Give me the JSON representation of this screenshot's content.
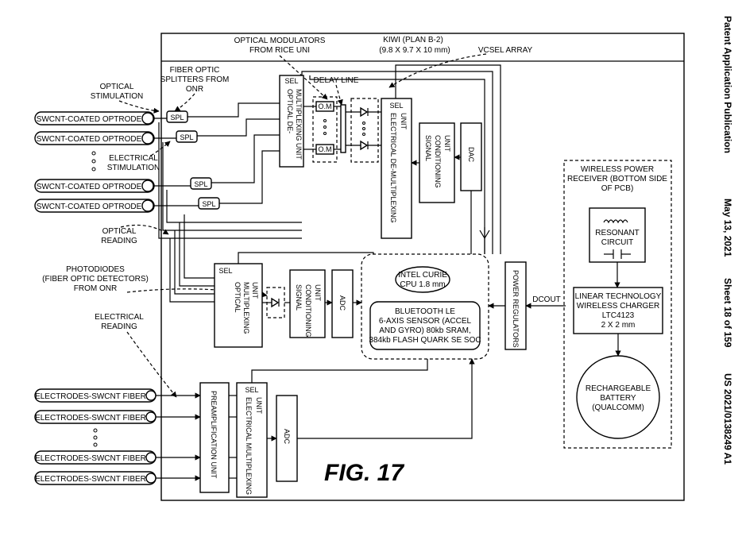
{
  "header": {
    "publication": "Patent Application Publication",
    "date": "May 13, 2021",
    "sheet": "Sheet 18 of 159",
    "number": "US 2021/0138249 A1"
  },
  "figure_label": "FIG. 17",
  "board": {
    "title": "KIWI (PLAN B-2)",
    "size": "(9.8 X 9.7 X 10 mm)"
  },
  "labels": {
    "optical_modulators_1": "OPTICAL MODULATORS",
    "optical_modulators_2": "FROM RICE UNI",
    "vcsel_array": "VCSEL ARRAY",
    "fiber_splitters_1": "FIBER OPTIC",
    "fiber_splitters_2": "SPLITTERS FROM",
    "fiber_splitters_3": "ONR",
    "optical_stimulation_1": "OPTICAL",
    "optical_stimulation_2": "STIMULATION",
    "delay_line": "DELAY LINE",
    "electrical_stimulation_1": "ELECTRICAL",
    "electrical_stimulation_2": "STIMULATION",
    "optical_reading_1": "OPTICAL",
    "optical_reading_2": "READING",
    "photodiodes_1": "PHOTODIODES",
    "photodiodes_2": "(FIBER OPTIC DETECTORS)",
    "photodiodes_3": "FROM ONR",
    "electrical_reading_1": "ELECTRICAL",
    "electrical_reading_2": "READING",
    "dcout": "DCOUT"
  },
  "optrodes": [
    "SWCNT-COATED OPTRODE",
    "SWCNT-COATED OPTRODE",
    "SWCNT-COATED OPTRODE",
    "SWCNT-COATED OPTRODE"
  ],
  "splitter": "SPL",
  "om": "O.M",
  "sel": "SEL",
  "electrodes": [
    "ELECTRODES-SWCNT FIBER",
    "ELECTRODES-SWCNT FIBER",
    "ELECTRODES-SWCNT FIBER",
    "ELECTRODES-SWCNT FIBER"
  ],
  "blocks": {
    "optical_demux_1": "OPTICAL DE-",
    "optical_demux_2": "MULTIPLEXING UNIT",
    "electrical_demux_1": "ELECTRICAL DE-MULTIPLEXING",
    "electrical_demux_2": "UNIT",
    "signal_cond_top_1": "SIGNAL",
    "signal_cond_top_2": "CONDITIONING",
    "signal_cond_top_3": "UNIT",
    "dac": "DAC",
    "optical_mux_1": "OPTICAL",
    "optical_mux_2": "MULTIPLEXING",
    "optical_mux_3": "UNIT",
    "signal_cond_mid_1": "SIGNAL",
    "signal_cond_mid_2": "CONDITIONING",
    "signal_cond_mid_3": "UNIT",
    "adc_mid": "ADC",
    "preamp": "PREAMPLIFICATION UNIT",
    "electrical_mux_1": "ELECTRICAL MULTIPLEXING",
    "electrical_mux_2": "UNIT",
    "adc_bottom": "ADC",
    "power_regulators": "POWER REGULATORS"
  },
  "soc": {
    "name": "INTEL CURIE",
    "cpu": "CPU 1.8 mm",
    "line1": "BLUETOOTH LE",
    "line2": "6-AXIS SENSOR (ACCEL",
    "line3": "AND GYRO) 80kb SRAM,",
    "line4": "384kb FLASH QUARK SE SOC"
  },
  "wireless": {
    "title1": "WIRELESS POWER",
    "title2": "RECEIVER (BOTTOM SIDE",
    "title3": "OF PCB)",
    "resonant1": "RESONANT",
    "resonant2": "CIRCUIT",
    "charger1": "LINEAR TECHNOLOGY",
    "charger2": "WIRELESS CHARGER",
    "charger3": "LTC4123",
    "charger4": "2 X 2 mm",
    "battery1": "RECHARGEABLE",
    "battery2": "BATTERY",
    "battery3": "(QUALCOMM)"
  }
}
